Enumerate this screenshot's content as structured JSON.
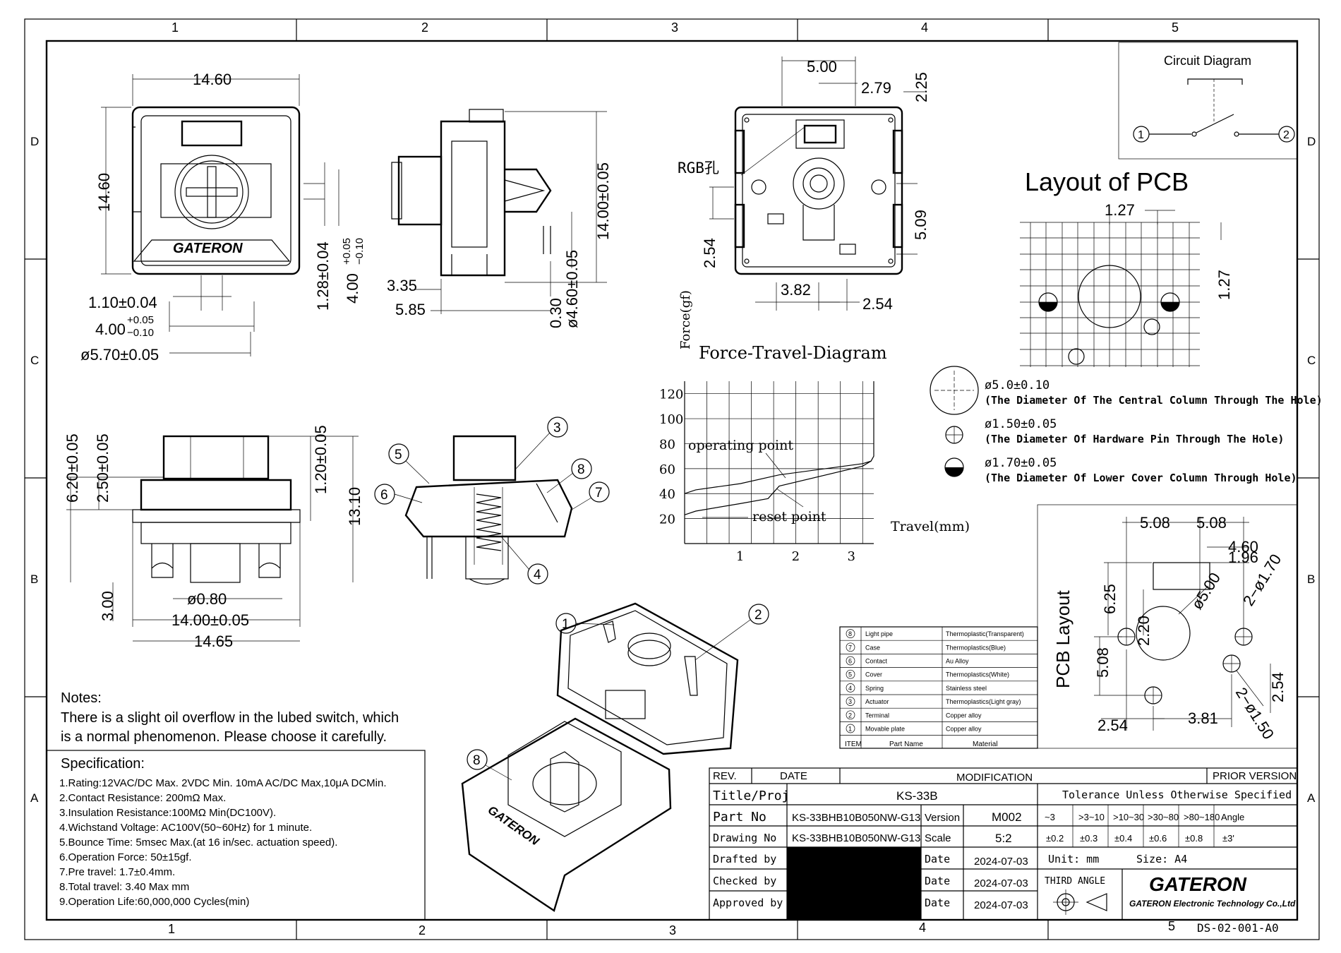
{
  "frame": {
    "col_labels": [
      "1",
      "2",
      "3",
      "4",
      "5"
    ],
    "row_labels": [
      "D",
      "C",
      "B",
      "A"
    ],
    "doc_code": "DS-02-001-A0"
  },
  "circuit": {
    "title": "Circuit Diagram",
    "pin1": "1",
    "pin2": "2"
  },
  "pcb_layout_top": {
    "title": "Layout of PCB",
    "dim_h": "1.27",
    "dim_v": "1.27"
  },
  "legend": {
    "items": [
      {
        "size": "ø5.0±0.10",
        "desc": "(The Diameter Of The Central Column Through The Hole)"
      },
      {
        "size": "ø1.50±0.05",
        "desc": "(The Diameter Of Hardware Pin Through The Hole)"
      },
      {
        "size": "ø1.70±0.05",
        "desc": "(The Diameter Of Lower Cover Column Through Hole)"
      }
    ]
  },
  "top_view": {
    "width": "14.60",
    "height": "14.60",
    "d1": "1.28±0.04",
    "d2": "4.00",
    "d2_tol_up": "+0.05",
    "d2_tol_dn": "−0.10",
    "d3": "1.10±0.04",
    "d4": "4.00",
    "d4_tol_up": "+0.05",
    "d4_tol_dn": "−0.10",
    "d5": "ø5.70±0.05",
    "brand": "GATERON"
  },
  "side_view": {
    "h1": "14.00±0.05",
    "h2": "ø4.60±0.05",
    "h3": "0.30",
    "w1": "3.35",
    "w2": "5.85"
  },
  "bottom_view": {
    "d_top": "5.00",
    "d_2_79": "2.79",
    "d_2_25": "2.25",
    "rgb": "RGB孔",
    "d_5_09": "5.09",
    "d_2_54": "2.54",
    "d_3_82": "3.82",
    "d_2_54b": "2.54"
  },
  "front_view": {
    "h1": "6.20±0.05",
    "h2": "2.50±0.05",
    "h3": "1.20±0.05",
    "h4": "13.10",
    "h5": "3.00",
    "d1": "ø0.80",
    "w1": "14.00±0.05",
    "w2": "14.65"
  },
  "exploded": {
    "labels": [
      "3",
      "5",
      "6",
      "8",
      "7",
      "4"
    ]
  },
  "iso": {
    "labels": [
      "1",
      "2",
      "8"
    ],
    "brand": "GATERON"
  },
  "force_chart": {
    "title": "Force-Travel-Diagram",
    "ylabel": "Force(gf)",
    "xlabel": "Travel(mm)",
    "operating": "operating point",
    "reset": "reset point"
  },
  "chart_data": {
    "type": "line",
    "title": "Force-Travel-Diagram",
    "xlabel": "Travel(mm)",
    "ylabel": "Force(gf)",
    "x_ticks": [
      "1",
      "2",
      "3"
    ],
    "y_ticks": [
      "20",
      "40",
      "60",
      "80",
      "100",
      "120"
    ],
    "xlim": [
      0,
      3.4
    ],
    "ylim": [
      0,
      130
    ],
    "grid": true,
    "series": [
      {
        "x": [
          0,
          0.2,
          1.0,
          1.7,
          3.2,
          3.35,
          3.4,
          3.4
        ],
        "y": [
          40,
          43,
          48,
          55,
          64,
          66,
          70,
          130
        ]
      },
      {
        "x": [
          0,
          0.2,
          1.0,
          1.5,
          1.7,
          3.2,
          3.35
        ],
        "y": [
          23,
          26,
          32,
          36,
          46,
          62,
          66
        ]
      }
    ]
  },
  "pcb_layout_side": {
    "title": "PCB Layout",
    "d1": "5.08",
    "d2": "5.08",
    "d3": "4.60",
    "d4": "1.96",
    "d5": "2−ø1.70",
    "d6": "6.25",
    "d7": "2.20",
    "d8": "ø5.00",
    "d9": "5.08",
    "d10": "2.54",
    "d11": "2−ø1.50",
    "d12": "2.54",
    "d13": "3.81"
  },
  "bom": {
    "headers": [
      "ITEM",
      "Part Name",
      "Material"
    ],
    "rows": [
      {
        "item": "8",
        "name": "Light pipe",
        "material": "Thermoplastic(Transparent)"
      },
      {
        "item": "7",
        "name": "Case",
        "material": "Thermoplastics(Blue)"
      },
      {
        "item": "6",
        "name": "Contact",
        "material": "Au Alloy"
      },
      {
        "item": "5",
        "name": "Cover",
        "material": "Thermoplastics(White)"
      },
      {
        "item": "4",
        "name": "Spring",
        "material": "Stainless steel"
      },
      {
        "item": "3",
        "name": "Actuator",
        "material": "Thermoplastics(Light gray)"
      },
      {
        "item": "2",
        "name": "Terminal",
        "material": "Copper alloy"
      },
      {
        "item": "1",
        "name": "Movable plate",
        "material": "Copper alloy"
      }
    ]
  },
  "notes": {
    "title": "Notes:",
    "line1": "There is a slight oil overflow in the lubed switch, which",
    "line2": "is a normal phenomenon. Please choose it carefully."
  },
  "spec": {
    "title": "Specification:",
    "items": [
      "1.Rating:12VAC/DC Max. 2VDC Min. 10mA AC/DC Max,10μA DCMin.",
      "2.Contact Resistance: 200mΩ Max.",
      "3.Insulation Resistance:100MΩ Min(DC100V).",
      "4.Wichstand Voltage: AC100V(50~60Hz) for 1 minute.",
      "5.Bounce Time: 5msec Max.(at 16 in/sec. actuation speed).",
      "6.Operation Force: 50±15gf.",
      "7.Pre travel: 1.7±0.4mm.",
      "8.Total travel: 3.40 Max mm",
      "9.Operation Life:60,000,000 Cycles(min)"
    ]
  },
  "title_block": {
    "rev": "REV.",
    "date": "DATE",
    "modification": "MODIFICATION",
    "prior": "PRIOR  VERSION",
    "title_label": "Title/Proj",
    "title_value": "KS-33B",
    "tolerance": "Tolerance Unless Otherwise Specified",
    "part_label": "Part No",
    "part_value": "KS-33BHB10B050NW-G13",
    "version_label": "Version",
    "version_value": "M002",
    "drawing_label": "Drawing No",
    "drawing_value": "KS-33BHB10B050NW-G13",
    "scale_label": "Scale",
    "scale_value": "5:2",
    "tol_ranges": [
      "~3",
      ">3~10",
      ">10~30",
      ">30~80",
      ">80~180",
      "Angle"
    ],
    "tol_values": [
      "±0.2",
      "±0.3",
      "±0.4",
      "±0.6",
      "±0.8",
      "±3'"
    ],
    "drafted": "Drafted by",
    "checked": "Checked by",
    "approved": "Approved by",
    "date_label": "Date",
    "date1": "2024-07-03",
    "date2": "2024-07-03",
    "date3": "2024-07-03",
    "unit": "Unit:  mm",
    "size": "Size:  A4",
    "angle": "THIRD  ANGLE",
    "brand": "GATERON",
    "company": "GATERON Electronic Technology Co.,Ltd"
  }
}
